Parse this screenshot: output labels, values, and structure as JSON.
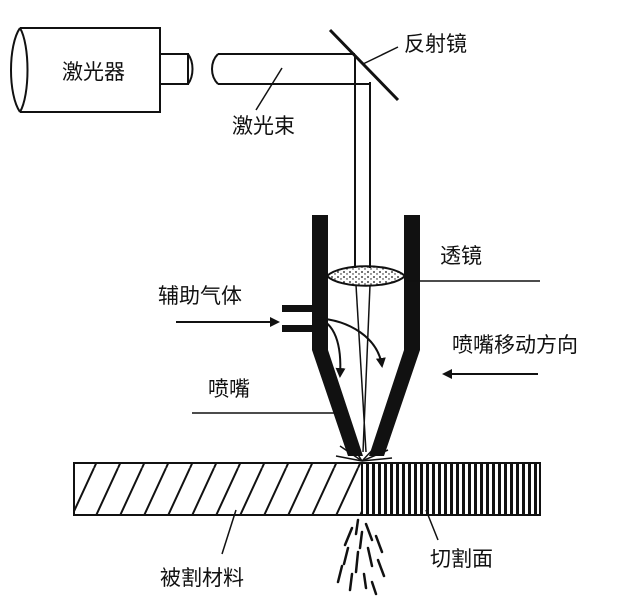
{
  "labels": {
    "laser": "激光器",
    "beam": "激光束",
    "mirror": "反射镜",
    "lens": "透镜",
    "assist_gas": "辅助气体",
    "nozzle_direction": "喷嘴移动方向",
    "nozzle": "喷嘴",
    "material": "被割材料",
    "cut_surface": "切割面"
  },
  "colors": {
    "ink": "#111111",
    "background": "#ffffff"
  }
}
